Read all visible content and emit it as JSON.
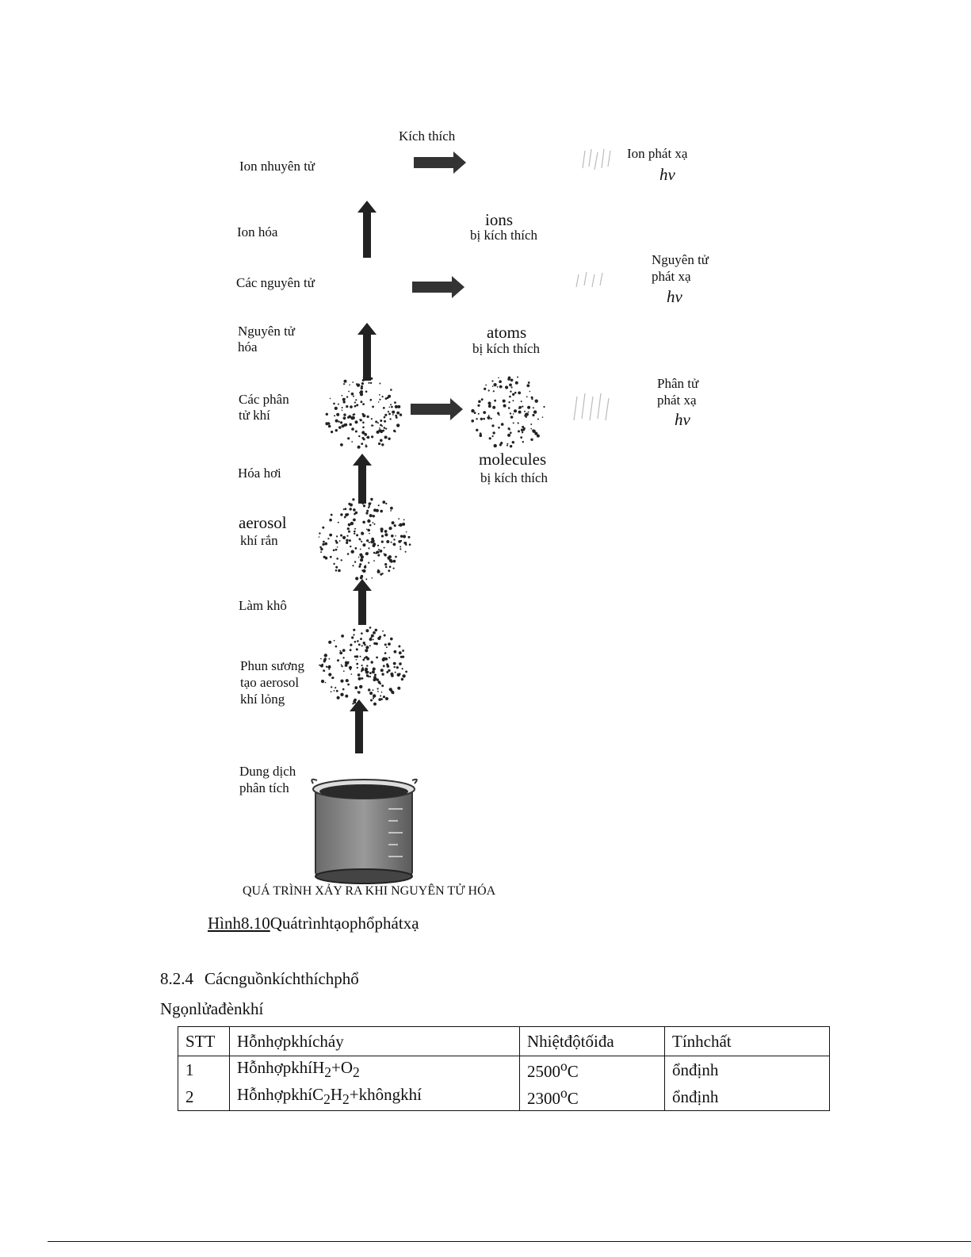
{
  "figure": {
    "top": {
      "excite_label": "Kích thích",
      "ion_emission": "Ion phát xạ",
      "hv": "hv"
    },
    "steps": [
      [
        "Ion nhuyên tử"
      ],
      [
        "Ion hóa"
      ],
      [
        "Các nguyên tử"
      ],
      [
        "Nguyên tử",
        "hóa"
      ],
      [
        "Các phân",
        "tử khí"
      ],
      [
        "Hóa hơi"
      ],
      [
        "aerosol",
        "khí rắn"
      ],
      [
        "Làm khô"
      ],
      [
        "Phun sương",
        "tạo aerosol",
        "khí lỏng"
      ],
      [
        "Dung dịch",
        "phân tích"
      ]
    ],
    "excited": {
      "ions": "ions",
      "ions_sub": "bị kích thích",
      "atoms": "atoms",
      "atoms_sub": "bị kích thích",
      "molecules": "molecules",
      "molecules_sub": "bị kích thích"
    },
    "emission": {
      "atom": [
        "Nguyên tử",
        "phát xạ"
      ],
      "molecule": [
        "Phân tử",
        "phát xạ"
      ]
    },
    "bottom_caption": "QUÁ TRÌNH XẢY RA KHI NGUYÊN TỬ HÓA"
  },
  "caption": {
    "label": "Hình8.10",
    "text": "Quátrìnhtạophổphátxạ"
  },
  "section": {
    "number": "8.2.4",
    "title": "Cácnguồnkíchthíchphổ"
  },
  "subsection": "Ngọnlửađènkhí",
  "table": {
    "headers": [
      "STT",
      "Hỗnhợpkhícháy",
      "Nhiệtđộtốiđa",
      "Tínhchất"
    ],
    "rows": [
      {
        "stt": "1",
        "mix_pre": "HỗnhợpkhíH",
        "mix_sub1": "2",
        "mix_mid": "+O",
        "mix_sub2": "2",
        "mix_post": "",
        "temp_val": "2500",
        "temp_sup": "o",
        "temp_unit": "C",
        "prop": "ổnđịnh"
      },
      {
        "stt": "2",
        "mix_pre": "HỗnhợpkhíC",
        "mix_sub1": "2",
        "mix_mid": "H",
        "mix_sub2": "2",
        "mix_post": "+khôngkhí",
        "temp_val": "2300",
        "temp_sup": "o",
        "temp_unit": "C",
        "prop": "ổnđịnh"
      }
    ]
  }
}
